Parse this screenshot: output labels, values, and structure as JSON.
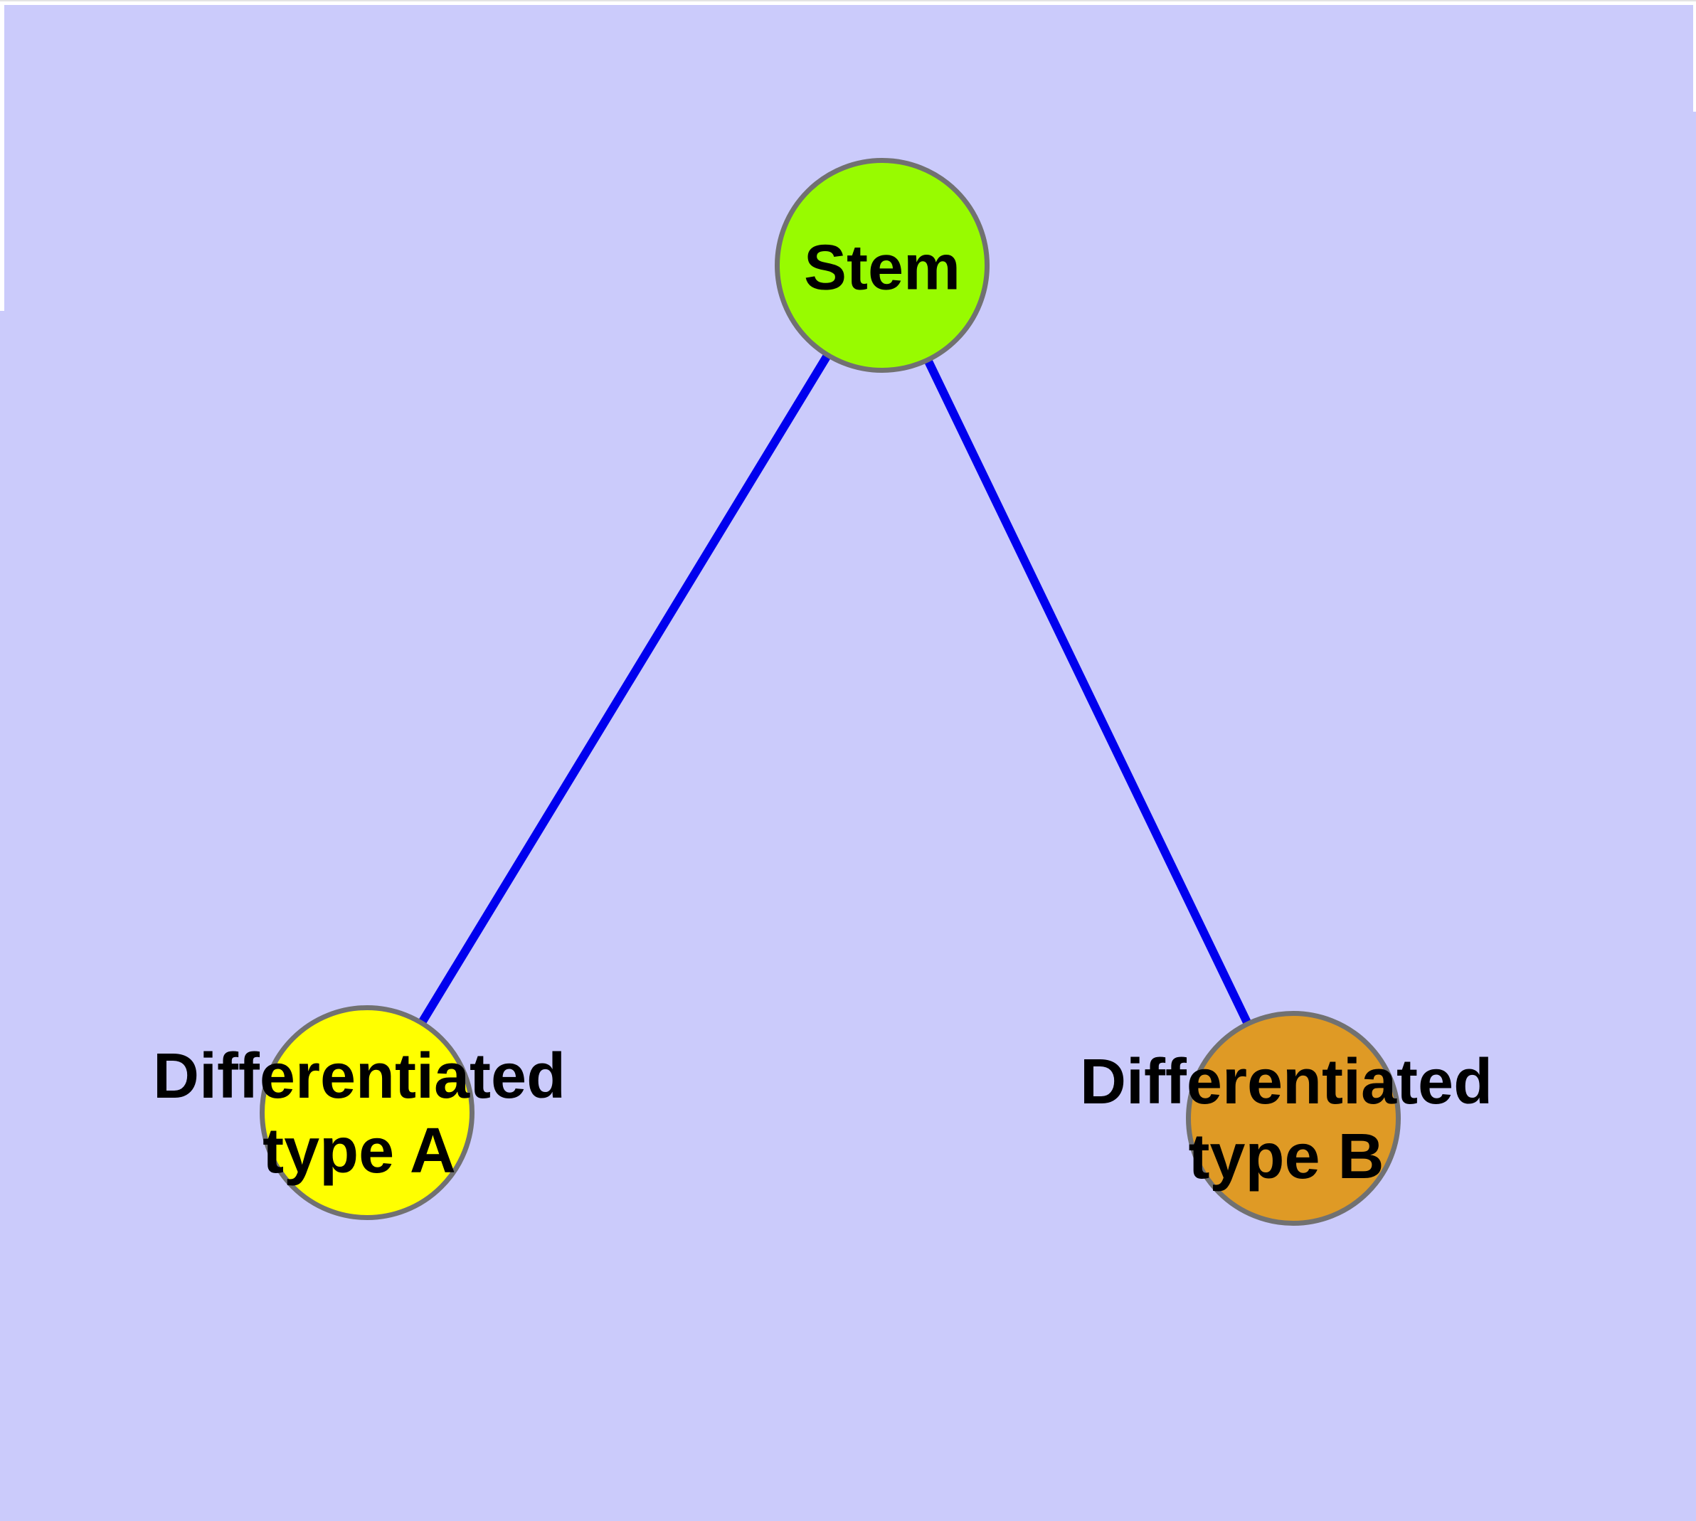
{
  "canvas": {
    "background_color": "#CBCBFB",
    "frame_color": "#FFFFFF"
  },
  "diagram": {
    "type": "graph",
    "description": "Stem cell differentiation tree with one root node and two child nodes",
    "text_color": "#000000",
    "nodes": [
      {
        "id": "stem",
        "label": "Stem",
        "shape": "circle",
        "fill_color": "#98FB00",
        "border_color": "#717171"
      },
      {
        "id": "differentiated-type-a",
        "label": "Differentiated type A",
        "label_line1": "Differentiated",
        "label_line2": "type A",
        "shape": "circle",
        "fill_color": "#FFFF00",
        "border_color": "#717171"
      },
      {
        "id": "differentiated-type-b",
        "label": "Differentiated type B",
        "label_line1": "Differentiated",
        "label_line2": "type B",
        "shape": "circle",
        "fill_color": "#DF9A25",
        "border_color": "#717171"
      }
    ],
    "edges": [
      {
        "from": "stem",
        "to": "differentiated-type-a",
        "color": "#0000EE"
      },
      {
        "from": "stem",
        "to": "differentiated-type-b",
        "color": "#0000EE"
      }
    ]
  }
}
